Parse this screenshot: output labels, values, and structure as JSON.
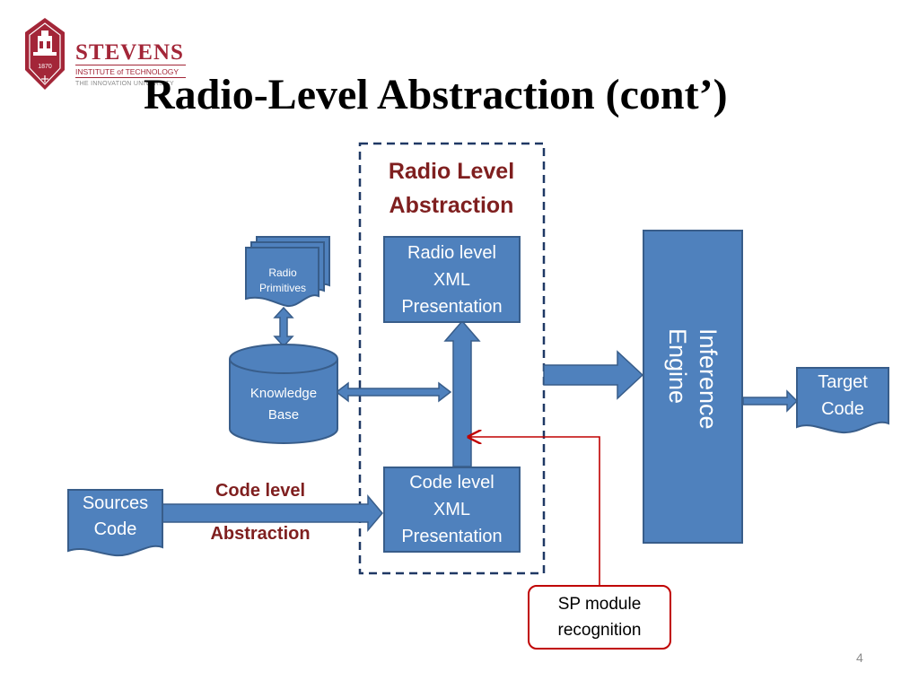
{
  "logo": {
    "wordmark": "STEVENS",
    "subtitle": "INSTITUTE of TECHNOLOGY",
    "tagline": "THE INNOVATION UNIVERSITY",
    "year": "1870"
  },
  "slide": {
    "title": "Radio-Level Abstraction (cont’)",
    "page_number": "4"
  },
  "diagram": {
    "radio_level_heading": [
      "Radio Level",
      "Abstraction"
    ],
    "radio_primitives": [
      "Radio",
      "Primitives"
    ],
    "knowledge_base": [
      "Knowledge",
      "Base"
    ],
    "radio_xml": [
      "Radio level",
      "XML",
      "Presentation"
    ],
    "code_xml": [
      "Code level",
      "XML",
      "Presentation"
    ],
    "sources_code": [
      "Sources",
      "Code"
    ],
    "code_level_label": "Code level",
    "abstraction_label": "Abstraction",
    "inference_engine": [
      "Inference",
      "Engine"
    ],
    "target_code": [
      "Target",
      "Code"
    ],
    "sp_module": [
      "SP module",
      "recognition"
    ]
  },
  "colors": {
    "box_fill": "#4f81bd",
    "box_stroke": "#385d8a",
    "brand_red": "#a32638",
    "label_red": "#7f1f1f",
    "callout_red": "#c00000"
  }
}
